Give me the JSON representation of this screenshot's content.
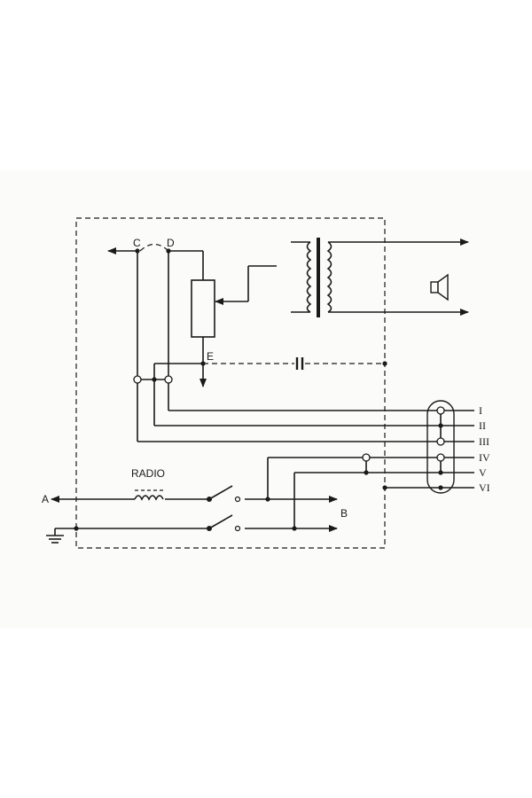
{
  "labels": {
    "c": "C",
    "d": "D",
    "e": "E",
    "radio": "RADIO",
    "a": "A",
    "b": "B"
  },
  "terminals": [
    "I",
    "II",
    "III",
    "IV",
    "V",
    "VI"
  ]
}
